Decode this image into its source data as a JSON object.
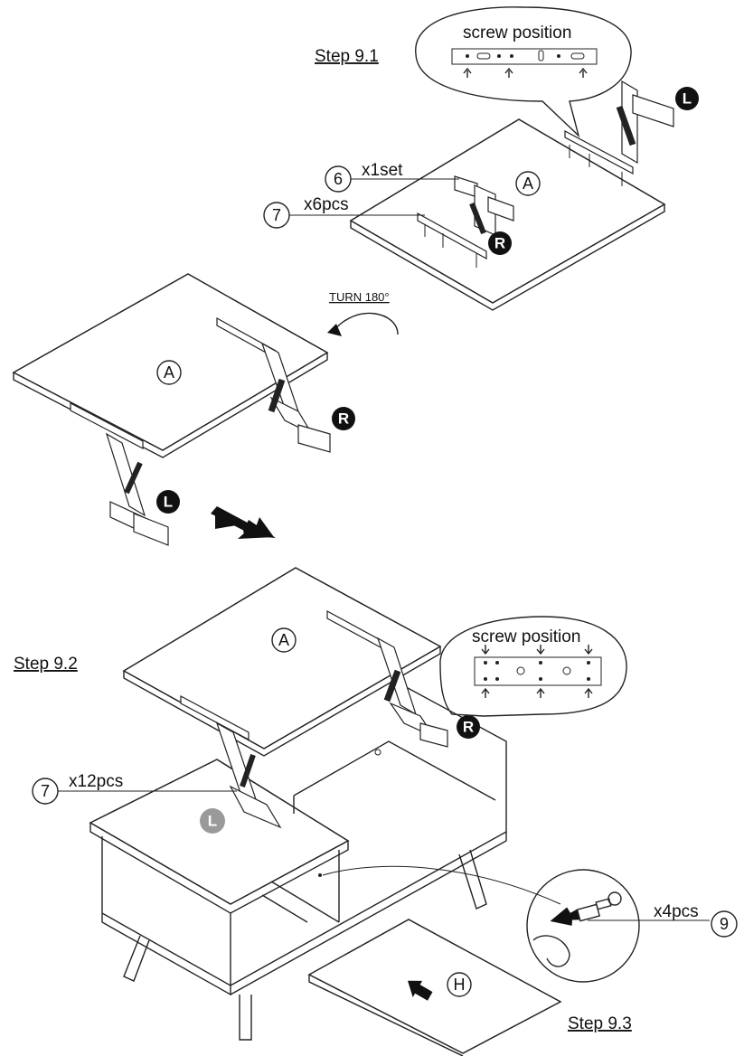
{
  "steps": {
    "step_9_1": "Step 9.1",
    "step_9_2": "Step 9.2",
    "step_9_3": "Step 9.3"
  },
  "callouts": {
    "screw_position_top": "screw position",
    "screw_position_mid": "screw position",
    "turn": "TURN 180°"
  },
  "parts": {
    "part_6": {
      "number": "6",
      "qty": "x1set"
    },
    "part_7_a": {
      "number": "7",
      "qty": "x6pcs"
    },
    "part_7_b": {
      "number": "7",
      "qty": "x12pcs"
    },
    "part_9": {
      "number": "9",
      "qty": "x4pcs"
    }
  },
  "panels": {
    "a1": "A",
    "a2": "A",
    "a3": "A",
    "h": "H"
  },
  "badges": {
    "l1": "L",
    "r1": "R",
    "r2": "R",
    "l2": "L",
    "r3": "R",
    "l3": "L"
  }
}
